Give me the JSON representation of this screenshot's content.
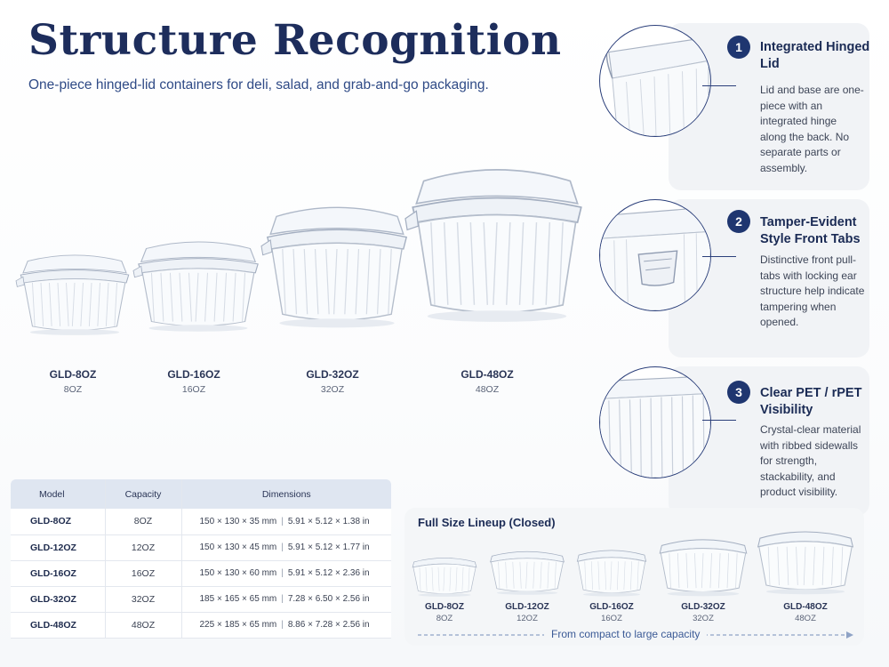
{
  "header": {
    "title": "Structure Recognition",
    "subtitle": "One-piece hinged-lid containers for deli, salad, and grab-and-go packaging."
  },
  "showcase": [
    {
      "model": "GLD-8OZ",
      "capacity": "8OZ"
    },
    {
      "model": "GLD-16OZ",
      "capacity": "16OZ"
    },
    {
      "model": "GLD-32OZ",
      "capacity": "32OZ"
    },
    {
      "model": "GLD-48OZ",
      "capacity": "48OZ"
    }
  ],
  "features": [
    {
      "number": "1",
      "title": "Integrated Hinged Lid",
      "body": "Lid and base are one-piece with an integrated hinge along the back. No separate parts or assembly."
    },
    {
      "number": "2",
      "title": "Tamper-Evident Style Front Tabs",
      "body": "Distinctive front pull-tabs with locking ear structure help indicate tampering when opened."
    },
    {
      "number": "3",
      "title": "Clear PET / rPET Visibility",
      "body": "Crystal-clear material with ribbed sidewalls for strength, stackability, and product visibility."
    }
  ],
  "spec_table": {
    "headers": [
      "Model",
      "Capacity",
      "Dimensions"
    ],
    "rows": [
      {
        "model": "GLD-8OZ",
        "capacity": "8OZ",
        "metric": "150 × 130 × 35 mm",
        "imperial": "5.91 × 5.12 × 1.38 in"
      },
      {
        "model": "GLD-12OZ",
        "capacity": "12OZ",
        "metric": "150 × 130 × 45 mm",
        "imperial": "5.91 × 5.12 × 1.77 in"
      },
      {
        "model": "GLD-16OZ",
        "capacity": "16OZ",
        "metric": "150 × 130 × 60 mm",
        "imperial": "5.91 × 5.12 × 2.36 in"
      },
      {
        "model": "GLD-32OZ",
        "capacity": "32OZ",
        "metric": "185 × 165 × 65 mm",
        "imperial": "7.28 × 6.50 × 2.56 in"
      },
      {
        "model": "GLD-48OZ",
        "capacity": "48OZ",
        "metric": "225 × 185 × 65 mm",
        "imperial": "8.86 × 7.28 × 2.56 in"
      }
    ],
    "separator": "|"
  },
  "lineup": {
    "title": "Full Size Lineup (Closed)",
    "caption": "From compact to large capacity",
    "items": [
      {
        "model": "GLD-8OZ",
        "capacity": "8OZ"
      },
      {
        "model": "GLD-12OZ",
        "capacity": "12OZ"
      },
      {
        "model": "GLD-16OZ",
        "capacity": "16OZ"
      },
      {
        "model": "GLD-32OZ",
        "capacity": "32OZ"
      },
      {
        "model": "GLD-48OZ",
        "capacity": "48OZ"
      }
    ]
  },
  "colors": {
    "title": "#1d2d5c",
    "accent": "#1f3670",
    "subtitle": "#2f4a86",
    "table_header": "#dfe6f1",
    "panel": "#f1f3f6"
  },
  "icons": [
    "open-container-icon",
    "closed-container-icon",
    "hinge-detail-icon",
    "front-tab-detail-icon",
    "ribbed-wall-detail-icon"
  ]
}
